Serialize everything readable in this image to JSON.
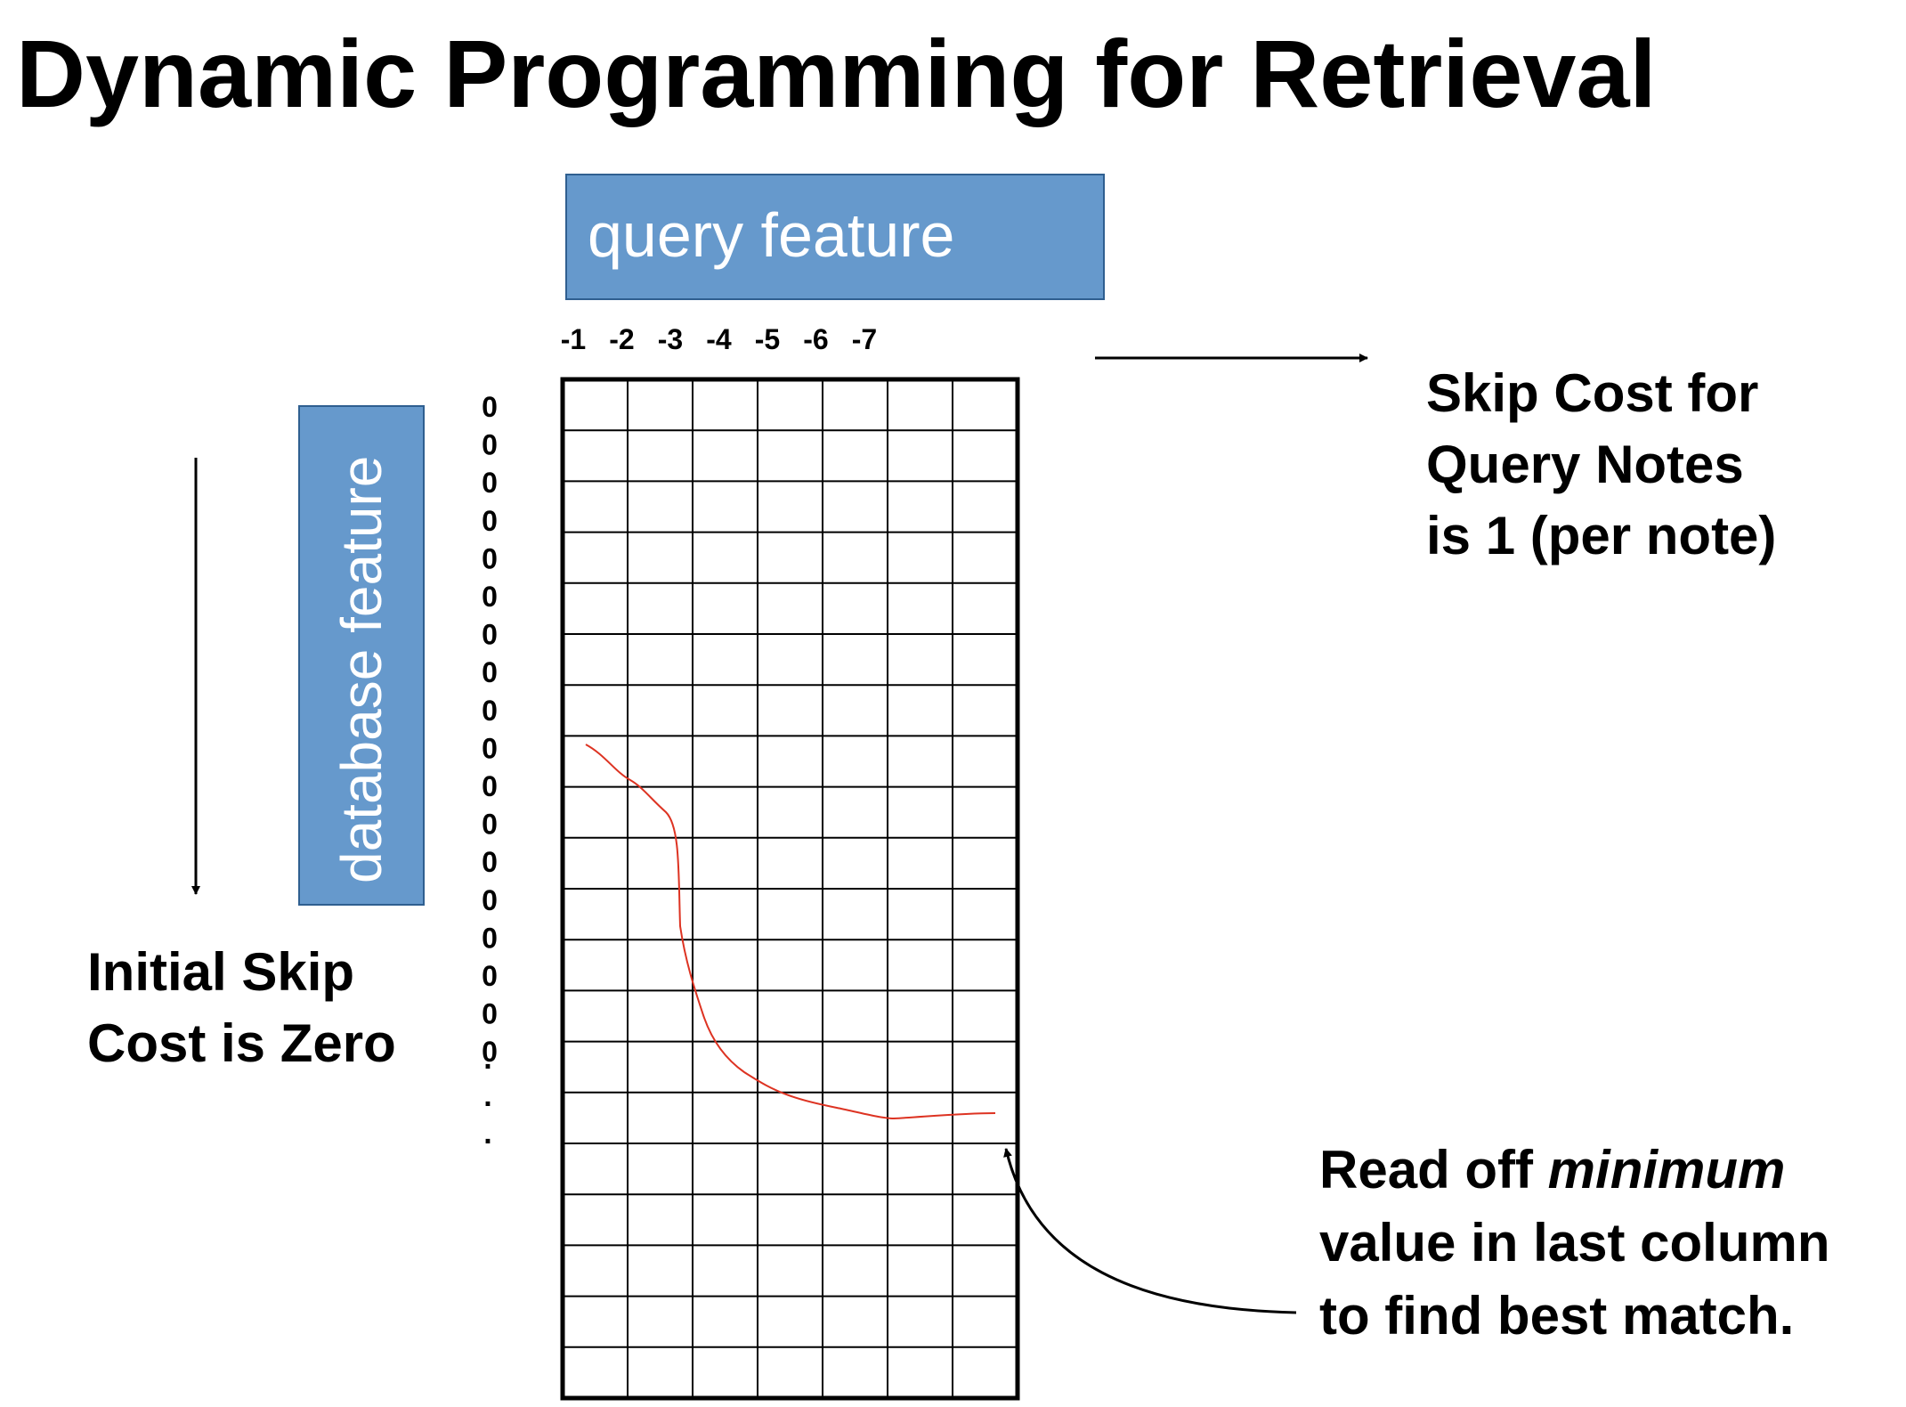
{
  "slide": {
    "title": "Dynamic Programming for Retrieval",
    "query_box": {
      "label": "query feature",
      "color": "#6699cc"
    },
    "database_box": {
      "label": "database feature",
      "color": "#6699cc"
    },
    "column_labels": [
      "-1",
      "-2",
      "-3",
      "-4",
      "-5",
      "-6",
      "-7"
    ],
    "row_labels": [
      "0",
      "0",
      "0",
      "0",
      "0",
      "0",
      "0",
      "0",
      "0",
      "0",
      "0",
      "0",
      "0",
      "0",
      "0",
      "0",
      "0",
      "0"
    ],
    "continuation_dots": [
      ".",
      ".",
      "."
    ],
    "skip_cost_query": [
      "Skip Cost for",
      "Query Notes",
      "is 1 (per note)"
    ],
    "initial_skip": [
      "Initial Skip",
      "Cost is Zero"
    ],
    "read_off": {
      "line1_prefix": "Read off ",
      "line1_italic": "minimum",
      "line2": "value in last column",
      "line3": "to find best match."
    },
    "path_color": "#dd3322"
  }
}
